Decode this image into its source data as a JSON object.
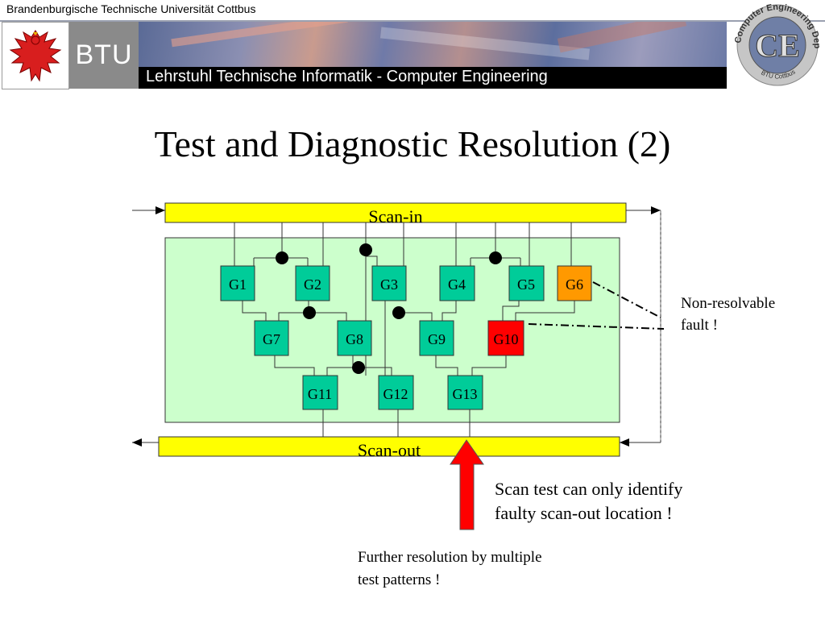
{
  "header": {
    "university": "Brandenburgische Technische Universität Cottbus",
    "btu": "BTU",
    "chair": "Lehrstuhl Technische Informatik - Computer Engineering",
    "logo_text": "Computer Engineering Dept.",
    "logo_bottom": "BTU Cottbus",
    "logo_letters": "CE"
  },
  "slide": {
    "title": "Test and Diagnostic Resolution (2)"
  },
  "diagram": {
    "scan_in": "Scan-in",
    "scan_out": "Scan-out",
    "gates": {
      "g1": "G1",
      "g2": "G2",
      "g3": "G3",
      "g4": "G4",
      "g5": "G5",
      "g6": "G6",
      "g7": "G7",
      "g8": "G8",
      "g9": "G9",
      "g10": "G10",
      "g11": "G11",
      "g12": "G12",
      "g13": "G13"
    },
    "colors": {
      "scan_bar": "#ffff00",
      "logic_area": "#ccffcc",
      "gate": "#00cc99",
      "gate_g6": "#ff9900",
      "gate_g10": "#ff0000",
      "arrow": "#ff0000"
    }
  },
  "annotations": {
    "non_resolvable_1": "Non-resolvable",
    "non_resolvable_2": "fault !",
    "scan_test_1": "Scan test can only identify",
    "scan_test_2": "faulty scan-out location !",
    "further_1": "Further resolution by multiple",
    "further_2": "test patterns !"
  }
}
